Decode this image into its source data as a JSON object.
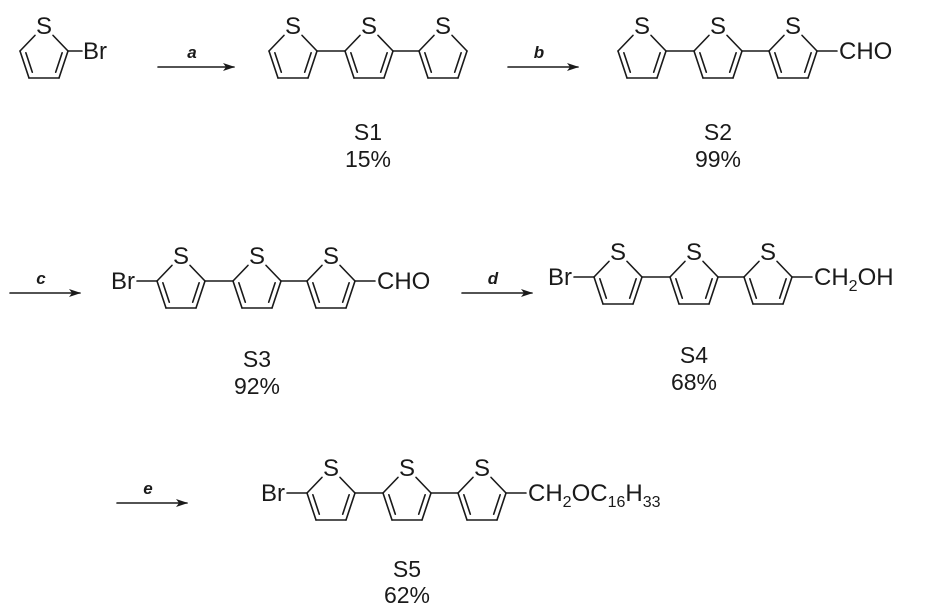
{
  "scheme": {
    "reagents": [
      {
        "id": "start",
        "substituent": "Br"
      }
    ],
    "steps": [
      {
        "label": "a"
      },
      {
        "label": "b"
      },
      {
        "label": "c"
      },
      {
        "label": "d"
      },
      {
        "label": "e"
      }
    ],
    "compounds": [
      {
        "id": "S1",
        "name": "S1",
        "yield": "15%"
      },
      {
        "id": "S2",
        "name": "S2",
        "yield": "99%",
        "end_group": "CHO"
      },
      {
        "id": "S3",
        "name": "S3",
        "yield": "92%",
        "start_group": "Br",
        "end_group": "CHO"
      },
      {
        "id": "S4",
        "name": "S4",
        "yield": "68%",
        "start_group": "Br",
        "end_group_main": "CH",
        "end_group_sub": "2",
        "end_group_tail": "OH"
      },
      {
        "id": "S5",
        "name": "S5",
        "yield": "62%",
        "start_group": "Br",
        "end_group_main": "CH",
        "end_group_sub": "2",
        "end_group_mid": "OC",
        "end_group_sub2": "16",
        "end_group_mid2": "H",
        "end_group_sub3": "33"
      }
    ],
    "atom_symbol": "S"
  }
}
